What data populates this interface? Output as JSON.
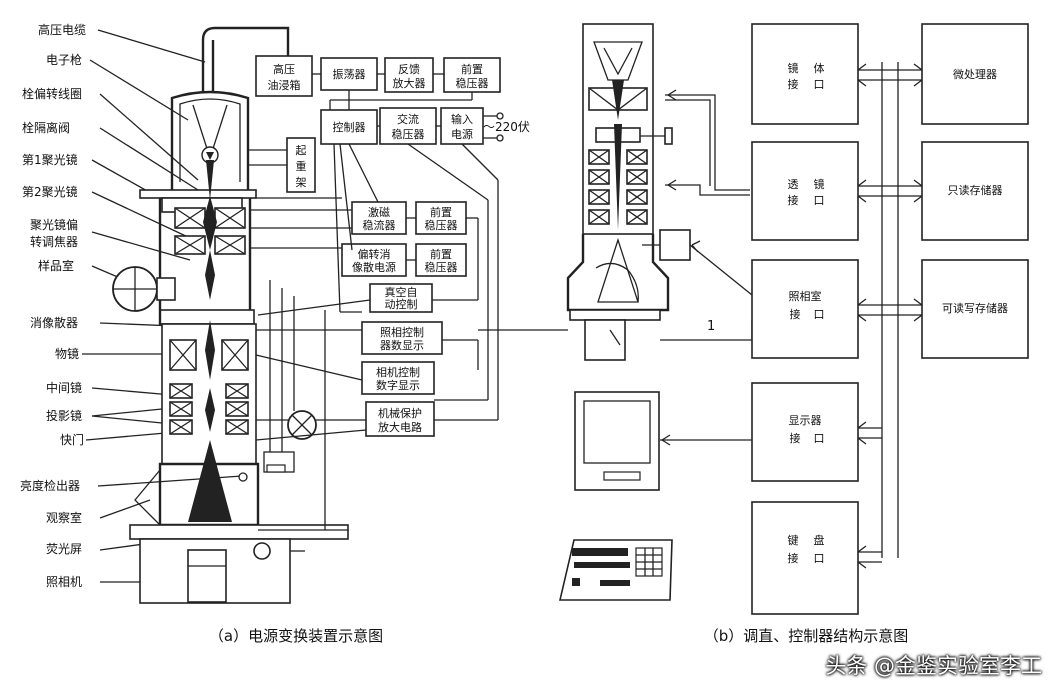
{
  "left_labels": [
    "高压电缆",
    "电子枪",
    "栓偏转线圈",
    "栓隔离阀",
    "第1聚光镜",
    "第2聚光镜",
    "聚光镜偏",
    "转调焦器",
    "样品室",
    "消像散器",
    "物镜",
    "中间镜",
    "投影镜",
    "快门",
    "亮度检出器",
    "观察室",
    "荧光屏",
    "照相机"
  ],
  "boxes_a": {
    "hv_tank": [
      "高压",
      "油浸箱"
    ],
    "oscillator": [
      "振荡器"
    ],
    "feedback_amp": [
      "反馈",
      "放大器"
    ],
    "preamp_reg": [
      "前置",
      "稳压器"
    ],
    "controller": [
      "控制器"
    ],
    "ac_reg": [
      "交流",
      "稳压器"
    ],
    "input_power": [
      "输入",
      "电源"
    ],
    "voltage": "～220伏",
    "lift": [
      "起",
      "重",
      "架"
    ],
    "excitation_reg": [
      "激磁",
      "稳流器"
    ],
    "front_reg1": [
      "前置",
      "稳压器"
    ],
    "deflect_supply": [
      "偏转消",
      "像散电源"
    ],
    "front_reg2": [
      "前置",
      "稳压器"
    ],
    "vacuum": [
      "真空自",
      "动控制"
    ],
    "camera_ctrl": [
      "照相控制",
      "器数显示"
    ],
    "camera_display": [
      "相机控制",
      "数字显示"
    ],
    "mech_protect": [
      "机械保护",
      "放大电路"
    ]
  },
  "boxes_b": {
    "mirror_if": [
      "镜",
      "体",
      "接",
      "口"
    ],
    "lens_if": [
      "透",
      "镜",
      "接",
      "口"
    ],
    "camera_if": [
      "照相室",
      "接",
      "口"
    ],
    "display_if": [
      "显示器",
      "接",
      "口"
    ],
    "keyboard_if": [
      "键",
      "盘",
      "接",
      "口"
    ],
    "cpu": "微处理器",
    "rom": "只读存储器",
    "ram": "可读写存储器",
    "marker_1": "1"
  },
  "captions": {
    "a": "（a）电源变换装置示意图",
    "b": "（b）调直、控制器结构示意图"
  },
  "watermark": "头条 @金鉴实验室李工"
}
